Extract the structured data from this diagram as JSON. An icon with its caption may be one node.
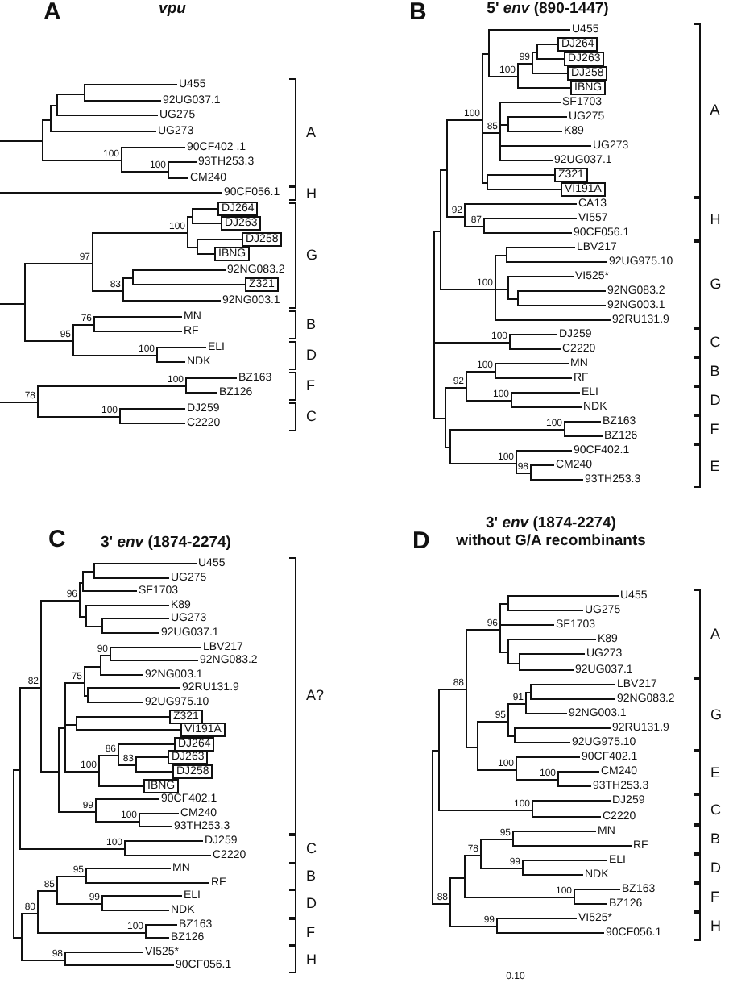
{
  "diagram": {
    "nodes": [
      {
        "text": [
          "U455"
        ]
      },
      {
        "text": [
          "92UG037.1"
        ]
      },
      {
        "text": [
          "UG275"
        ]
      },
      {
        "text": [
          "UG273"
        ]
      },
      {
        "text": [
          "90CF402 .1"
        ]
      },
      {
        "text": [
          "93TH253.3"
        ]
      },
      {
        "text": [
          "CM240"
        ]
      },
      {
        "text": [
          "90CF056.1"
        ]
      },
      {
        "text": [
          "DJ264"
        ]
      },
      {
        "text": [
          "DJ263"
        ]
      },
      {
        "text": [
          "DJ258"
        ]
      },
      {
        "text": [
          "IBNG"
        ]
      },
      {
        "text": [
          "92NG083.2"
        ]
      },
      {
        "text": [
          "Z321"
        ]
      },
      {
        "text": [
          "92NG003.1"
        ]
      },
      {
        "text": [
          "MN"
        ]
      },
      {
        "text": [
          "RF"
        ]
      },
      {
        "text": [
          "ELI"
        ]
      },
      {
        "text": [
          "NDK"
        ]
      },
      {
        "text": [
          "BZ163"
        ]
      },
      {
        "text": [
          "BZ126"
        ]
      },
      {
        "text": [
          "DJ259"
        ]
      },
      {
        "text": [
          "C2220"
        ]
      },
      {
        "text": [
          "U455"
        ]
      },
      {
        "text": [
          "DJ264"
        ]
      },
      {
        "text": [
          "DJ263"
        ]
      },
      {
        "text": [
          "DJ258"
        ]
      },
      {
        "text": [
          "IBNG"
        ]
      },
      {
        "text": [
          "SF1703"
        ]
      },
      {
        "text": [
          "UG275"
        ]
      },
      {
        "text": [
          "K89"
        ]
      },
      {
        "text": [
          "UG273"
        ]
      },
      {
        "text": [
          "92UG037.1"
        ]
      },
      {
        "text": [
          "Z321"
        ]
      },
      {
        "text": [
          "VI191A"
        ]
      },
      {
        "text": [
          "CA13"
        ]
      },
      {
        "text": [
          "VI557"
        ]
      },
      {
        "text": [
          "90CF056.1"
        ]
      },
      {
        "text": [
          "LBV217"
        ]
      },
      {
        "text": [
          "92UG975.10"
        ]
      },
      {
        "text": [
          "VI525*"
        ]
      },
      {
        "text": [
          "92NG083.2"
        ]
      },
      {
        "text": [
          "92NG003.1"
        ]
      },
      {
        "text": [
          "92RU131.9"
        ]
      },
      {
        "text": [
          "DJ259"
        ]
      },
      {
        "text": [
          "C2220"
        ]
      },
      {
        "text": [
          "MN"
        ]
      },
      {
        "text": [
          "RF"
        ]
      },
      {
        "text": [
          "ELI"
        ]
      },
      {
        "text": [
          "NDK"
        ]
      },
      {
        "text": [
          "BZ163"
        ]
      },
      {
        "text": [
          "BZ126"
        ]
      },
      {
        "text": [
          "90CF402.1"
        ]
      },
      {
        "text": [
          "CM240"
        ]
      },
      {
        "text": [
          "93TH253.3"
        ]
      },
      {
        "text": [
          "U455"
        ]
      },
      {
        "text": [
          "UG275"
        ]
      },
      {
        "text": [
          "SF1703"
        ]
      },
      {
        "text": [
          "K89"
        ]
      },
      {
        "text": [
          "UG273"
        ]
      },
      {
        "text": [
          "92UG037.1"
        ]
      },
      {
        "text": [
          "LBV217"
        ]
      },
      {
        "text": [
          "92NG083.2"
        ]
      },
      {
        "text": [
          "92NG003.1"
        ]
      },
      {
        "text": [
          "92RU131.9"
        ]
      },
      {
        "text": [
          "92UG975.10"
        ]
      },
      {
        "text": [
          "Z321"
        ]
      },
      {
        "text": [
          "VI191A"
        ]
      },
      {
        "text": [
          "DJ264"
        ]
      },
      {
        "text": [
          "DJ263"
        ]
      },
      {
        "text": [
          "DJ258"
        ]
      },
      {
        "text": [
          "IBNG"
        ]
      },
      {
        "text": [
          "90CF402.1"
        ]
      },
      {
        "text": [
          "CM240"
        ]
      },
      {
        "text": [
          "93TH253.3"
        ]
      },
      {
        "text": [
          "DJ259"
        ]
      },
      {
        "text": [
          "C2220"
        ]
      },
      {
        "text": [
          "MN"
        ]
      },
      {
        "text": [
          "RF"
        ]
      },
      {
        "text": [
          "ELI"
        ]
      },
      {
        "text": [
          "NDK"
        ]
      },
      {
        "text": [
          "BZ163"
        ]
      },
      {
        "text": [
          "BZ126"
        ]
      },
      {
        "text": [
          "VI525*"
        ]
      },
      {
        "text": [
          "90CF056.1"
        ]
      },
      {
        "text": [
          "U455"
        ]
      },
      {
        "text": [
          "UG275"
        ]
      },
      {
        "text": [
          "SF1703"
        ]
      },
      {
        "text": [
          "K89"
        ]
      },
      {
        "text": [
          "UG273"
        ]
      },
      {
        "text": [
          "92UG037.1"
        ]
      },
      {
        "text": [
          "LBV217"
        ]
      },
      {
        "text": [
          "92NG083.2"
        ]
      },
      {
        "text": [
          "92NG003.1"
        ]
      },
      {
        "text": [
          "92RU131.9"
        ]
      },
      {
        "text": [
          "92UG975.10"
        ]
      },
      {
        "text": [
          "90CF402.1"
        ]
      },
      {
        "text": [
          "CM240"
        ]
      },
      {
        "text": [
          "93TH253.3"
        ]
      },
      {
        "text": [
          "DJ259"
        ]
      },
      {
        "text": [
          "C2220"
        ]
      },
      {
        "text": [
          "MN"
        ]
      },
      {
        "text": [
          "RF"
        ]
      },
      {
        "text": [
          "ELI"
        ]
      },
      {
        "text": [
          "NDK"
        ]
      },
      {
        "text": [
          "BZ163"
        ]
      },
      {
        "text": [
          "BZ126"
        ]
      },
      {
        "text": [
          "VI525*"
        ]
      },
      {
        "text": [
          "90CF056.1"
        ]
      }
    ],
    "edges": [
      {
        "from": null,
        "to": 0,
        "arrow": "none"
      },
      {
        "from": null,
        "to": 1,
        "arrow": "none"
      },
      {
        "from": null,
        "to": 2,
        "arrow": "none"
      },
      {
        "from": null,
        "to": 3,
        "arrow": "none"
      },
      {
        "from": null,
        "to": 4,
        "arrow": "none"
      },
      {
        "from": null,
        "to": 5,
        "arrow": "none"
      },
      {
        "from": null,
        "to": 6,
        "arrow": "none"
      },
      {
        "from": null,
        "to": 7,
        "arrow": "none"
      },
      {
        "from": null,
        "to": 8,
        "arrow": "none"
      },
      {
        "from": null,
        "to": 9,
        "arrow": "none"
      },
      {
        "from": null,
        "to": 10,
        "arrow": "none"
      },
      {
        "from": null,
        "to": 11,
        "arrow": "none"
      },
      {
        "from": null,
        "to": 12,
        "arrow": "none"
      },
      {
        "from": null,
        "to": 13,
        "arrow": "none"
      },
      {
        "from": null,
        "to": 14,
        "arrow": "none"
      },
      {
        "from": null,
        "to": 15,
        "arrow": "none"
      },
      {
        "from": null,
        "to": 16,
        "arrow": "none"
      },
      {
        "from": null,
        "to": 17,
        "arrow": "none"
      },
      {
        "from": null,
        "to": 18,
        "arrow": "none"
      },
      {
        "from": null,
        "to": 19,
        "arrow": "none"
      },
      {
        "from": null,
        "to": 20,
        "arrow": "none"
      },
      {
        "from": null,
        "to": 21,
        "arrow": "none"
      },
      {
        "from": null,
        "to": 22,
        "arrow": "none"
      },
      {
        "from": null,
        "to": 23,
        "arrow": "none"
      },
      {
        "from": null,
        "to": 24,
        "arrow": "none"
      },
      {
        "from": null,
        "to": 25,
        "arrow": "none"
      },
      {
        "from": null,
        "to": 26,
        "arrow": "none"
      },
      {
        "from": null,
        "to": 27,
        "arrow": "none"
      },
      {
        "from": null,
        "to": 28,
        "arrow": "none"
      },
      {
        "from": null,
        "to": 29,
        "arrow": "none"
      },
      {
        "from": null,
        "to": 30,
        "arrow": "none"
      },
      {
        "from": null,
        "to": 31,
        "arrow": "none"
      },
      {
        "from": null,
        "to": 32,
        "arrow": "none"
      },
      {
        "from": null,
        "to": 33,
        "arrow": "none"
      },
      {
        "from": null,
        "to": 34,
        "arrow": "none"
      },
      {
        "from": null,
        "to": 35,
        "arrow": "none"
      },
      {
        "from": null,
        "to": 36,
        "arrow": "none"
      },
      {
        "from": null,
        "to": 37,
        "arrow": "none"
      },
      {
        "from": null,
        "to": 38,
        "arrow": "none"
      },
      {
        "from": null,
        "to": 39,
        "arrow": "none"
      },
      {
        "from": null,
        "to": 40,
        "arrow": "none"
      },
      {
        "from": null,
        "to": 41,
        "arrow": "none"
      },
      {
        "from": null,
        "to": 42,
        "arrow": "none"
      },
      {
        "from": null,
        "to": 43,
        "arrow": "none"
      },
      {
        "from": null,
        "to": 44,
        "arrow": "none"
      },
      {
        "from": null,
        "to": 45,
        "arrow": "none"
      },
      {
        "from": null,
        "to": 46,
        "arrow": "none"
      },
      {
        "from": null,
        "to": 47,
        "arrow": "none"
      },
      {
        "from": null,
        "to": 48,
        "arrow": "none"
      },
      {
        "from": null,
        "to": 49,
        "arrow": "none"
      },
      {
        "from": null,
        "to": 50,
        "arrow": "none"
      },
      {
        "from": null,
        "to": 51,
        "arrow": "none"
      },
      {
        "from": null,
        "to": 52,
        "arrow": "none"
      },
      {
        "from": null,
        "to": 53,
        "arrow": "none"
      },
      {
        "from": null,
        "to": 54,
        "arrow": "none"
      },
      {
        "from": null,
        "to": 55,
        "arrow": "none"
      },
      {
        "from": null,
        "to": 56,
        "arrow": "none"
      },
      {
        "from": null,
        "to": 57,
        "arrow": "none"
      },
      {
        "from": null,
        "to": 58,
        "arrow": "none"
      },
      {
        "from": null,
        "to": 59,
        "arrow": "none"
      },
      {
        "from": null,
        "to": 60,
        "arrow": "none"
      },
      {
        "from": null,
        "to": 61,
        "arrow": "none"
      },
      {
        "from": null,
        "to": 62,
        "arrow": "none"
      },
      {
        "from": null,
        "to": 63,
        "arrow": "none"
      },
      {
        "from": null,
        "to": 64,
        "arrow": "none"
      },
      {
        "from": null,
        "to": 65,
        "arrow": "none"
      },
      {
        "from": null,
        "to": 66,
        "arrow": "none"
      },
      {
        "from": null,
        "to": 67,
        "arrow": "none"
      },
      {
        "from": null,
        "to": 68,
        "arrow": "none"
      },
      {
        "from": null,
        "to": 69,
        "arrow": "none"
      },
      {
        "from": null,
        "to": 70,
        "arrow": "none"
      },
      {
        "from": null,
        "to": 71,
        "arrow": "none"
      },
      {
        "from": null,
        "to": 72,
        "arrow": "none"
      },
      {
        "from": null,
        "to": 73,
        "arrow": "none"
      },
      {
        "from": null,
        "to": 74,
        "arrow": "none"
      },
      {
        "from": null,
        "to": 75,
        "arrow": "none"
      },
      {
        "from": null,
        "to": 76,
        "arrow": "none"
      },
      {
        "from": null,
        "to": 77,
        "arrow": "none"
      },
      {
        "from": null,
        "to": 78,
        "arrow": "none"
      },
      {
        "from": null,
        "to": 79,
        "arrow": "none"
      },
      {
        "from": null,
        "to": 80,
        "arrow": "none"
      },
      {
        "from": null,
        "to": 81,
        "arrow": "none"
      },
      {
        "from": null,
        "to": 82,
        "arrow": "none"
      },
      {
        "from": null,
        "to": 83,
        "arrow": "none"
      },
      {
        "from": null,
        "to": 84,
        "arrow": "none"
      },
      {
        "from": null,
        "to": 85,
        "arrow": "none"
      },
      {
        "from": null,
        "to": 86,
        "arrow": "none"
      },
      {
        "from": null,
        "to": 87,
        "arrow": "none"
      },
      {
        "from": null,
        "to": 88,
        "arrow": "none"
      },
      {
        "from": null,
        "to": 89,
        "arrow": "none"
      },
      {
        "from": null,
        "to": 90,
        "arrow": "none"
      },
      {
        "from": null,
        "to": 91,
        "arrow": "none"
      },
      {
        "from": null,
        "to": 92,
        "arrow": "none"
      },
      {
        "from": null,
        "to": 93,
        "arrow": "none"
      },
      {
        "from": null,
        "to": 94,
        "arrow": "none"
      },
      {
        "from": null,
        "to": 95,
        "arrow": "none"
      },
      {
        "from": null,
        "to": 96,
        "arrow": "none"
      },
      {
        "from": null,
        "to": 97,
        "arrow": "none"
      },
      {
        "from": null,
        "to": 98,
        "arrow": "none"
      },
      {
        "from": null,
        "to": 99,
        "arrow": "none"
      },
      {
        "from": null,
        "to": 100,
        "arrow": "none"
      },
      {
        "from": null,
        "to": 101,
        "arrow": "none"
      },
      {
        "from": null,
        "to": 102,
        "arrow": "none"
      },
      {
        "from": null,
        "to": 103,
        "arrow": "none"
      },
      {
        "from": null,
        "to": 104,
        "arrow": "none"
      },
      {
        "from": null,
        "to": 105,
        "arrow": "none"
      },
      {
        "from": null,
        "to": 106,
        "arrow": "none"
      },
      {
        "from": null,
        "to": 107,
        "arrow": "none"
      },
      {
        "from": null,
        "to": 108,
        "arrow": "none"
      }
    ],
    "labels": [
      "A",
      "vpu",
      "100",
      "100",
      "100",
      "97",
      "83",
      "76",
      "95",
      "100",
      "100",
      "78",
      "100",
      "A",
      "H",
      "G",
      "B",
      "D",
      "F",
      "C",
      "B",
      "5' *env* (890-1447)",
      "99",
      "100",
      "100",
      "85",
      "92",
      "87",
      "100",
      "100",
      "100",
      "92",
      "100",
      "100",
      "100",
      "98",
      "A",
      "H",
      "G",
      "C",
      "B",
      "D",
      "F",
      "E",
      "C",
      "3' *env* (1874-2274)",
      "96",
      "90",
      "75",
      "82",
      "86",
      "83",
      "100",
      "99",
      "100",
      "100",
      "95",
      "85",
      "99",
      "80",
      "100",
      "98",
      "A?",
      "C",
      "B",
      "D",
      "F",
      "H",
      "D",
      "3' *env* (1874-2274)",
      "without G/A recombinants",
      "96",
      "88",
      "91",
      "95",
      "100",
      "100",
      "100",
      "95",
      "78",
      "99",
      "100",
      "88",
      "99",
      "A",
      "G",
      "E",
      "C",
      "B",
      "D",
      "F",
      "H",
      "0.10"
    ]
  }
}
